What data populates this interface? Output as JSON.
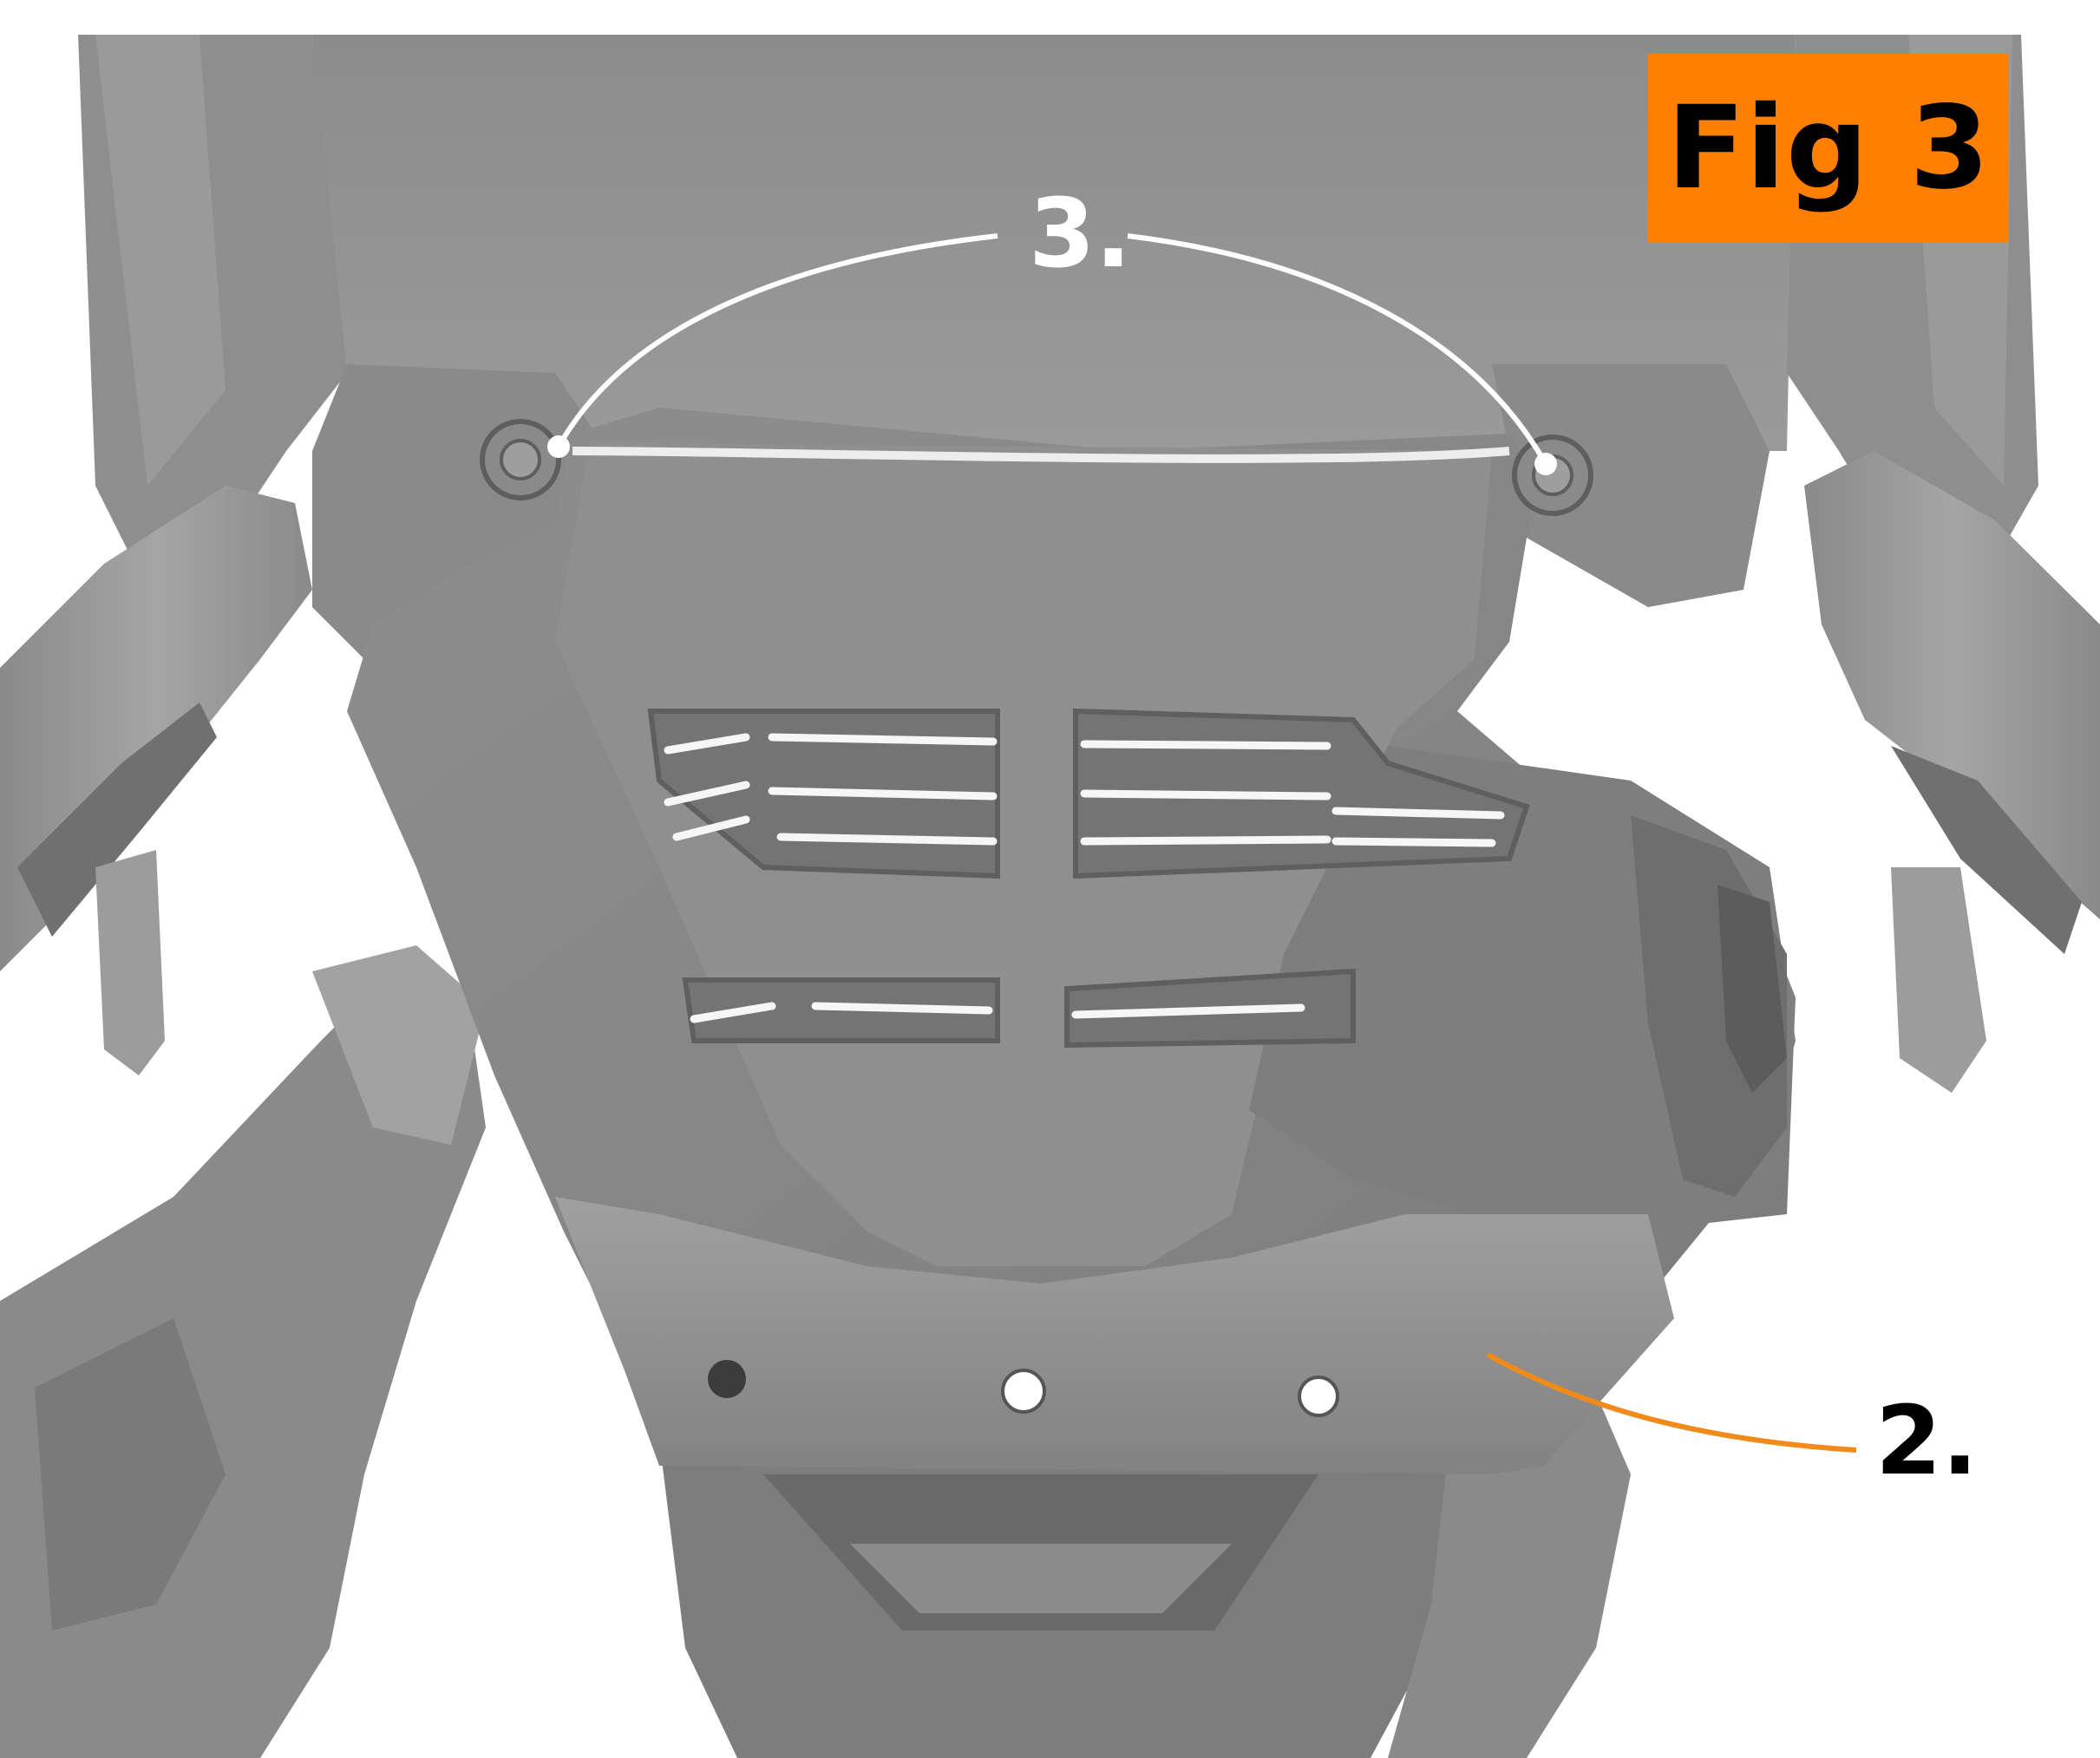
{
  "figure": {
    "badge_label": "Fig 3",
    "badge_color": "#ff8000"
  },
  "callouts": [
    {
      "label": "3.",
      "color": "#ffffff",
      "leader_color": "#ffffff"
    },
    {
      "label": "2.",
      "color": "#000000",
      "leader_color": "#f08a1a"
    }
  ],
  "colors": {
    "background": "#ffffff",
    "part_base": "#8a8a8a",
    "part_dark": "#6e6e6e",
    "part_light": "#a9a9a9",
    "slot_highlight": "#f4f4f4"
  }
}
